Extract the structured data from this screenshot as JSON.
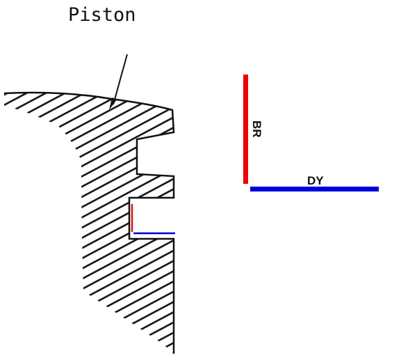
{
  "title": "Piston",
  "labels": {
    "vertical": "BR",
    "horizontal": "DY"
  },
  "colors": {
    "br_line": "#ee0000",
    "dy_line": "#0000dd",
    "ink": "#111111"
  }
}
